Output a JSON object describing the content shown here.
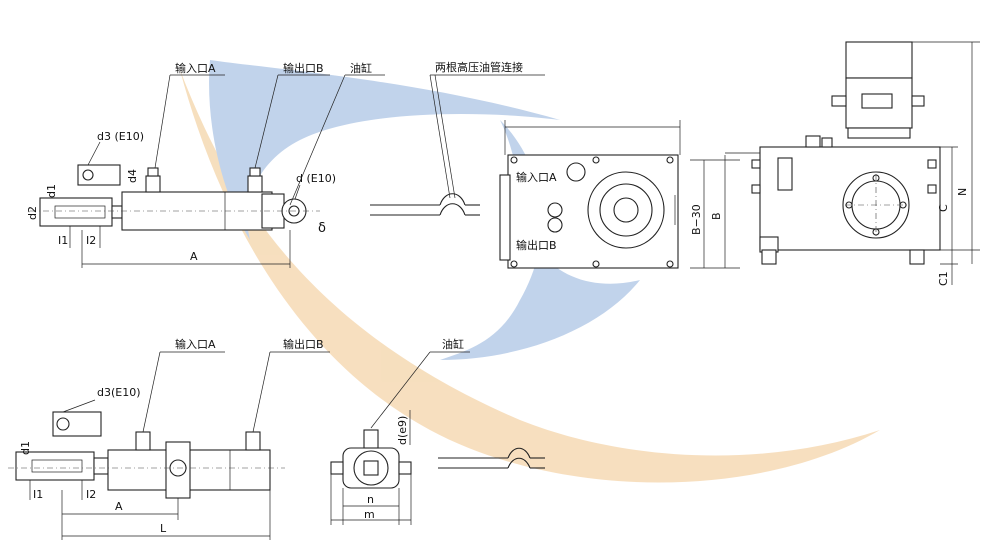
{
  "labels": {
    "top_port_in": "输入口A",
    "top_port_out": "输出口B",
    "top_cylinder": "油缸",
    "top_d3": "d3 (E10)",
    "top_d4": "d4",
    "top_d_e10": "d (E10)",
    "top_d1": "d1",
    "top_d2": "d2",
    "top_l1": "I1",
    "top_l2": "I2",
    "top_A": "A",
    "delta": "δ",
    "hose_note": "两根高压油管连接",
    "mid_port_in": "输入口A",
    "mid_port_out": "输出口B",
    "mid_B30": "B−30",
    "mid_B": "B",
    "right_C": "C",
    "right_N": "N",
    "right_C1": "C1",
    "bot_port_in": "输入口A",
    "bot_port_out": "输出口B",
    "bot_cylinder": "油缸",
    "bot_d3": "d3(E10)",
    "bot_d1": "d1",
    "bot_l1": "I1",
    "bot_l2": "I2",
    "bot_A": "A",
    "bot_L": "L",
    "bot_de9": "d(e9)",
    "bot_n": "n",
    "bot_m": "m"
  },
  "colors": {
    "watermark_blue": "#8fb0dc",
    "watermark_orange": "#f0c58a"
  }
}
